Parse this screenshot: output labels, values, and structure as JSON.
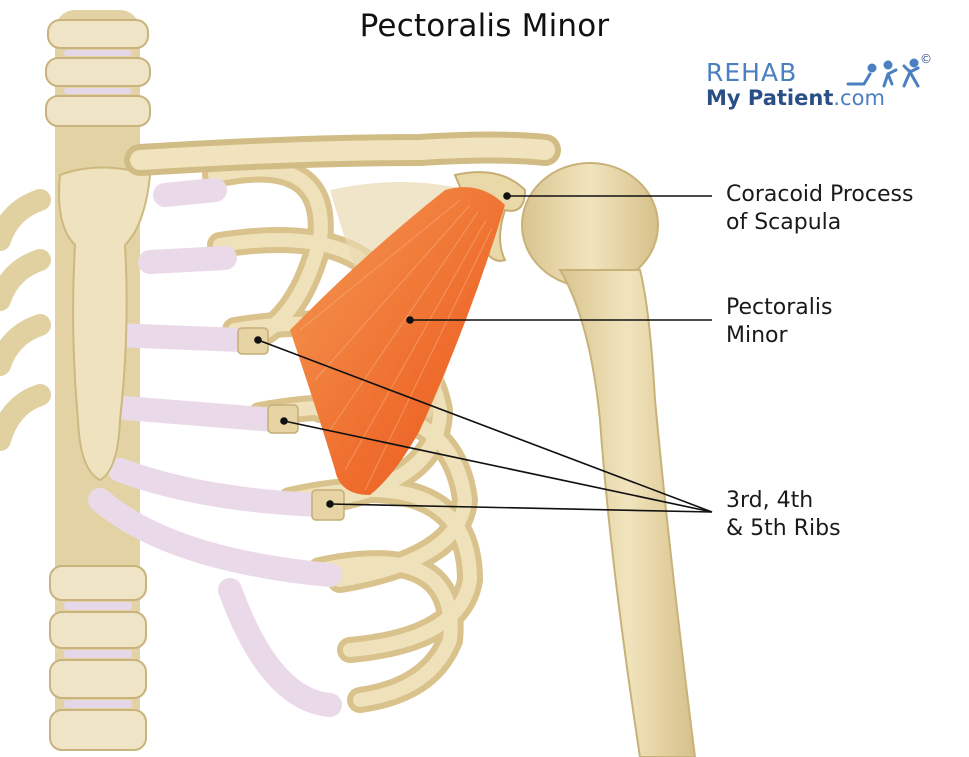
{
  "title": "Pectoralis Minor",
  "logo": {
    "brand": "REHAB",
    "site_name": "My Patient",
    "site_domain": ".com",
    "mark": "©",
    "icon": "exercise-figures-icon"
  },
  "labels": {
    "coracoid": "Coracoid Process\nof Scapula",
    "muscle": "Pectoralis\nMinor",
    "ribs": "3rd, 4th\n& 5th Ribs"
  },
  "colors": {
    "bone": "#e8d9ae",
    "cartilage": "#eddcea",
    "muscle": "#f07a3a",
    "leader": "#111111",
    "logo_blue": "#4a7fc1"
  }
}
